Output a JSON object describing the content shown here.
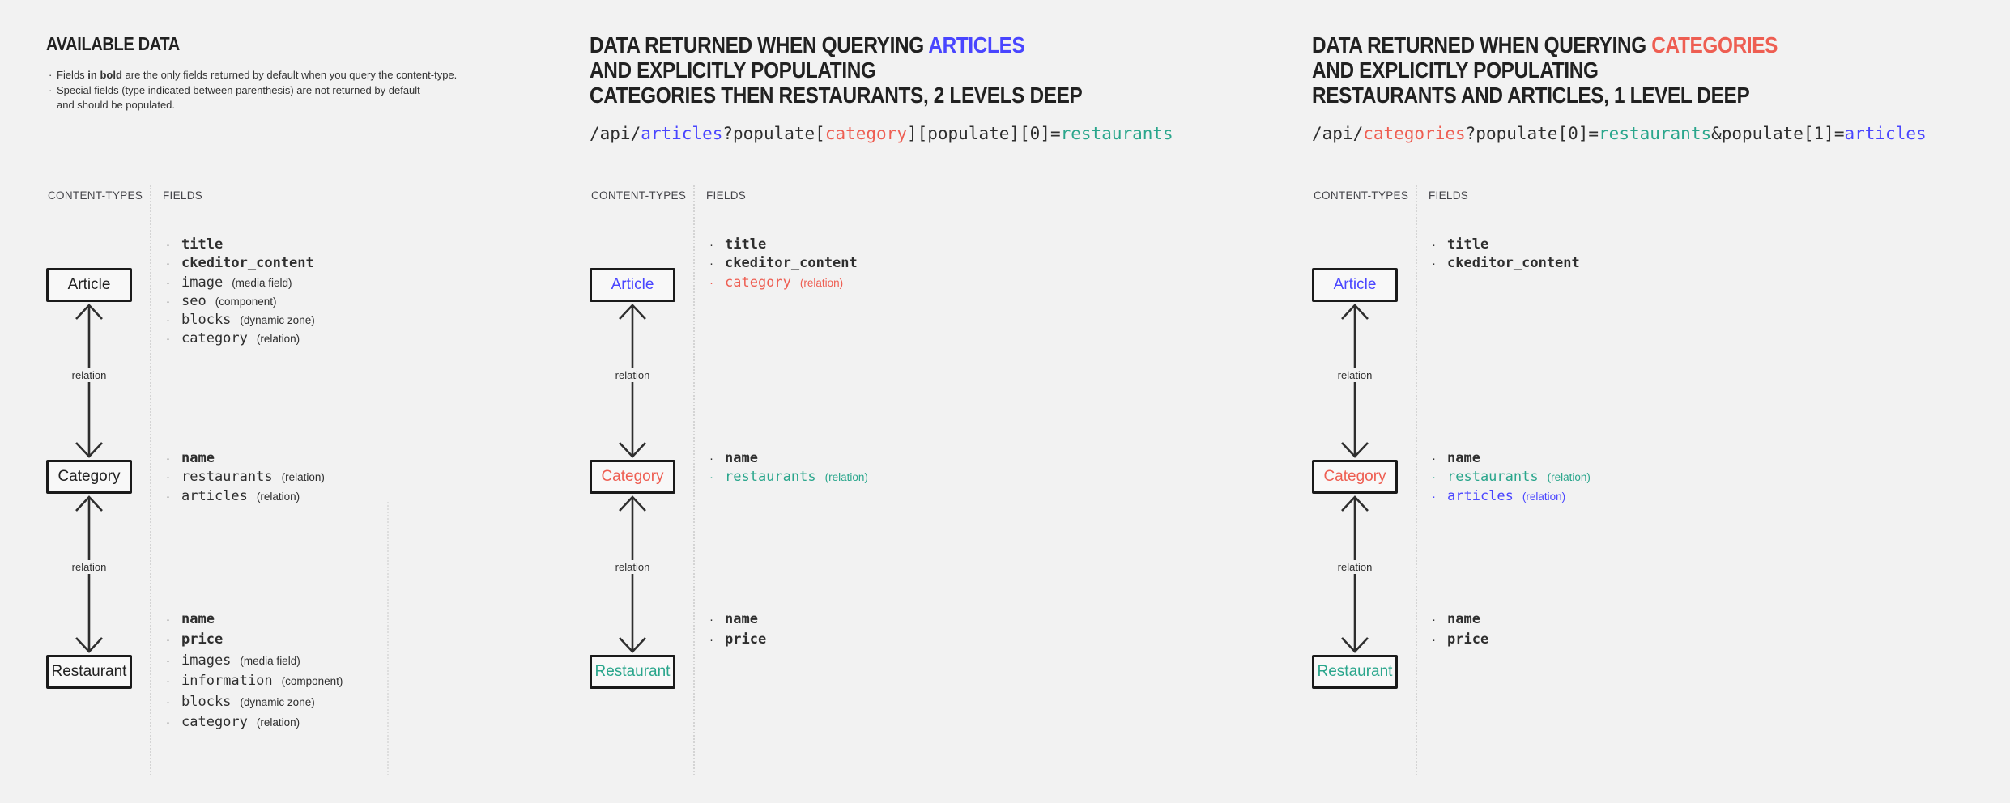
{
  "colors": {
    "background": "#f2f2f2",
    "ink": "#212121",
    "text": "#2e2e2e",
    "muted": "#45454a",
    "blue": "#4945ff",
    "red": "#ee5e52",
    "teal": "#2aa68c",
    "box_border": "#1a1a1a",
    "arrow": "#2e2e2e",
    "dotted": "#d4d4d4"
  },
  "panel1": {
    "title": "AVAILABLE DATA",
    "note1": {
      "pre": "Fields ",
      "bold": "in bold",
      "post": " are the only fields returned by default when you query the content-type."
    },
    "note2": {
      "line1": "Special fields (type indicated between parenthesis) are not returned by default",
      "line2": "and should be populated."
    },
    "columns": {
      "content_types": "CONTENT-TYPES",
      "fields": "FIELDS"
    },
    "relation_label": "relation",
    "nodes": {
      "article": "Article",
      "category": "Category",
      "restaurant": "Restaurant"
    },
    "article_fields": [
      {
        "name": "title",
        "type": ""
      },
      {
        "name": "ckeditor_content",
        "type": ""
      },
      {
        "name": "image",
        "type": "(media field)"
      },
      {
        "name": "seo",
        "type": "(component)"
      },
      {
        "name": "blocks",
        "type": "(dynamic zone)"
      },
      {
        "name": "category",
        "type": "(relation)"
      }
    ],
    "category_fields": [
      {
        "name": "name",
        "type": ""
      },
      {
        "name": "restaurants",
        "type": "(relation)"
      },
      {
        "name": "articles",
        "type": "(relation)"
      }
    ],
    "restaurant_fields": [
      {
        "name": "name",
        "type": ""
      },
      {
        "name": "price",
        "type": ""
      },
      {
        "name": "images",
        "type": "(media field)"
      },
      {
        "name": "information",
        "type": "(component)"
      },
      {
        "name": "blocks",
        "type": "(dynamic zone)"
      },
      {
        "name": "category",
        "type": "(relation)"
      }
    ]
  },
  "panel2": {
    "title": {
      "line1_pre": "DATA RETURNED WHEN QUERYING ",
      "line1_highlight": "ARTICLES",
      "line2": "AND EXPLICITLY POPULATING",
      "line3": "CATEGORIES THEN RESTAURANTS, 2 LEVELS DEEP"
    },
    "api": [
      {
        "text": "/api/",
        "color": "#2e2e2e"
      },
      {
        "text": "articles",
        "color": "#4945ff"
      },
      {
        "text": "?populate[",
        "color": "#2e2e2e"
      },
      {
        "text": "category",
        "color": "#ee5e52"
      },
      {
        "text": "][populate][0]=",
        "color": "#2e2e2e"
      },
      {
        "text": "restaurants",
        "color": "#2aa68c"
      }
    ],
    "columns": {
      "content_types": "CONTENT-TYPES",
      "fields": "FIELDS"
    },
    "relation_label": "relation",
    "nodes": {
      "article": "Article",
      "category": "Category",
      "restaurant": "Restaurant"
    },
    "article_fields": [
      {
        "name": "title",
        "type": ""
      },
      {
        "name": "ckeditor_content",
        "type": ""
      },
      {
        "name": "category",
        "type": "(relation)"
      }
    ],
    "category_fields": [
      {
        "name": "name",
        "type": ""
      },
      {
        "name": "restaurants",
        "type": "(relation)"
      }
    ],
    "restaurant_fields": [
      {
        "name": "name",
        "type": ""
      },
      {
        "name": "price",
        "type": ""
      }
    ]
  },
  "panel3": {
    "title": {
      "line1_pre": "DATA RETURNED WHEN QUERYING ",
      "line1_highlight": "CATEGORIES",
      "line2": "AND EXPLICITLY POPULATING",
      "line3": "RESTAURANTS AND ARTICLES, 1 LEVEL DEEP"
    },
    "api": [
      {
        "text": "/api/",
        "color": "#2e2e2e"
      },
      {
        "text": "categories",
        "color": "#ee5e52"
      },
      {
        "text": "?populate[0]=",
        "color": "#2e2e2e"
      },
      {
        "text": "restaurants",
        "color": "#2aa68c"
      },
      {
        "text": "&populate[1]=",
        "color": "#2e2e2e"
      },
      {
        "text": "articles",
        "color": "#4945ff"
      }
    ],
    "columns": {
      "content_types": "CONTENT-TYPES",
      "fields": "FIELDS"
    },
    "relation_label": "relation",
    "nodes": {
      "article": "Article",
      "category": "Category",
      "restaurant": "Restaurant"
    },
    "article_fields": [
      {
        "name": "title",
        "type": ""
      },
      {
        "name": "ckeditor_content",
        "type": ""
      }
    ],
    "category_fields": [
      {
        "name": "name",
        "type": ""
      },
      {
        "name": "restaurants",
        "type": "(relation)"
      },
      {
        "name": "articles",
        "type": "(relation)"
      }
    ],
    "restaurant_fields": [
      {
        "name": "name",
        "type": ""
      },
      {
        "name": "price",
        "type": ""
      }
    ]
  }
}
